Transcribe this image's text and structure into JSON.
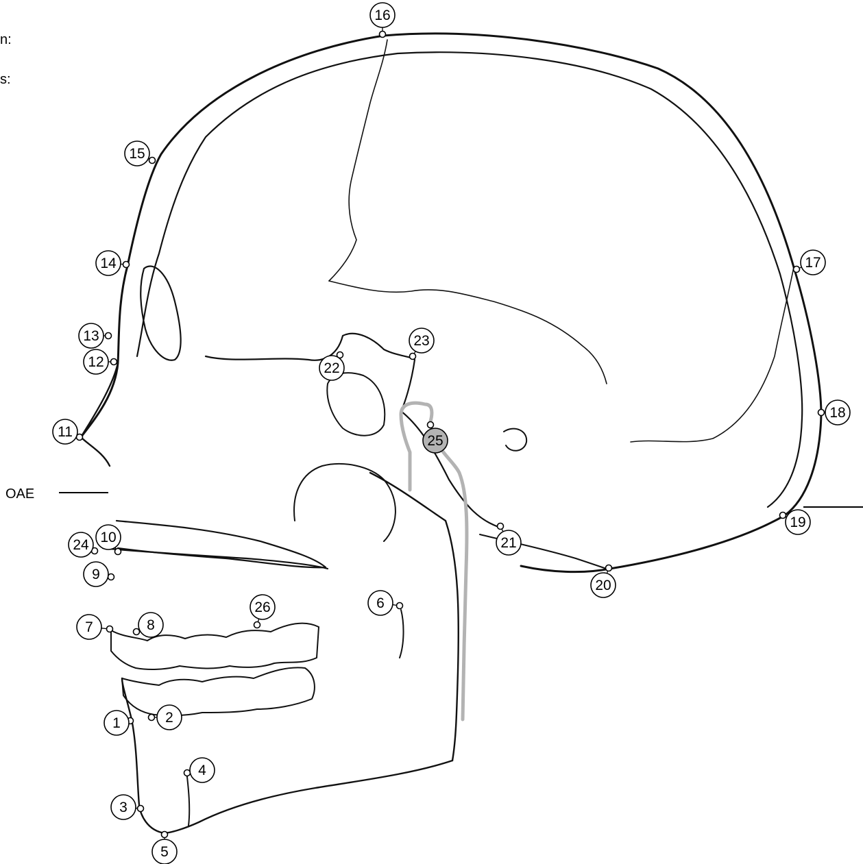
{
  "side_labels": {
    "top_line_suffix": "n:",
    "second_line_suffix": "s:",
    "oae": "OAE"
  },
  "landmarks": [
    {
      "id": "1",
      "label": "1"
    },
    {
      "id": "2",
      "label": "2"
    },
    {
      "id": "3",
      "label": "3"
    },
    {
      "id": "4",
      "label": "4"
    },
    {
      "id": "5",
      "label": "5"
    },
    {
      "id": "6",
      "label": "6"
    },
    {
      "id": "7",
      "label": "7"
    },
    {
      "id": "8",
      "label": "8"
    },
    {
      "id": "9",
      "label": "9"
    },
    {
      "id": "10",
      "label": "10"
    },
    {
      "id": "11",
      "label": "11"
    },
    {
      "id": "12",
      "label": "12"
    },
    {
      "id": "13",
      "label": "13"
    },
    {
      "id": "14",
      "label": "14"
    },
    {
      "id": "15",
      "label": "15"
    },
    {
      "id": "16",
      "label": "16"
    },
    {
      "id": "17",
      "label": "17"
    },
    {
      "id": "18",
      "label": "18"
    },
    {
      "id": "19",
      "label": "19"
    },
    {
      "id": "20",
      "label": "20"
    },
    {
      "id": "21",
      "label": "21"
    },
    {
      "id": "22",
      "label": "22"
    },
    {
      "id": "23",
      "label": "23"
    },
    {
      "id": "24",
      "label": "24"
    },
    {
      "id": "25",
      "label": "25"
    },
    {
      "id": "26",
      "label": "26"
    }
  ],
  "colors": {
    "ink": "#000000",
    "landmark_fill": "#ffffff",
    "highlight_fill": "#b3b3b3",
    "trace_line": "#b3b3b3"
  }
}
